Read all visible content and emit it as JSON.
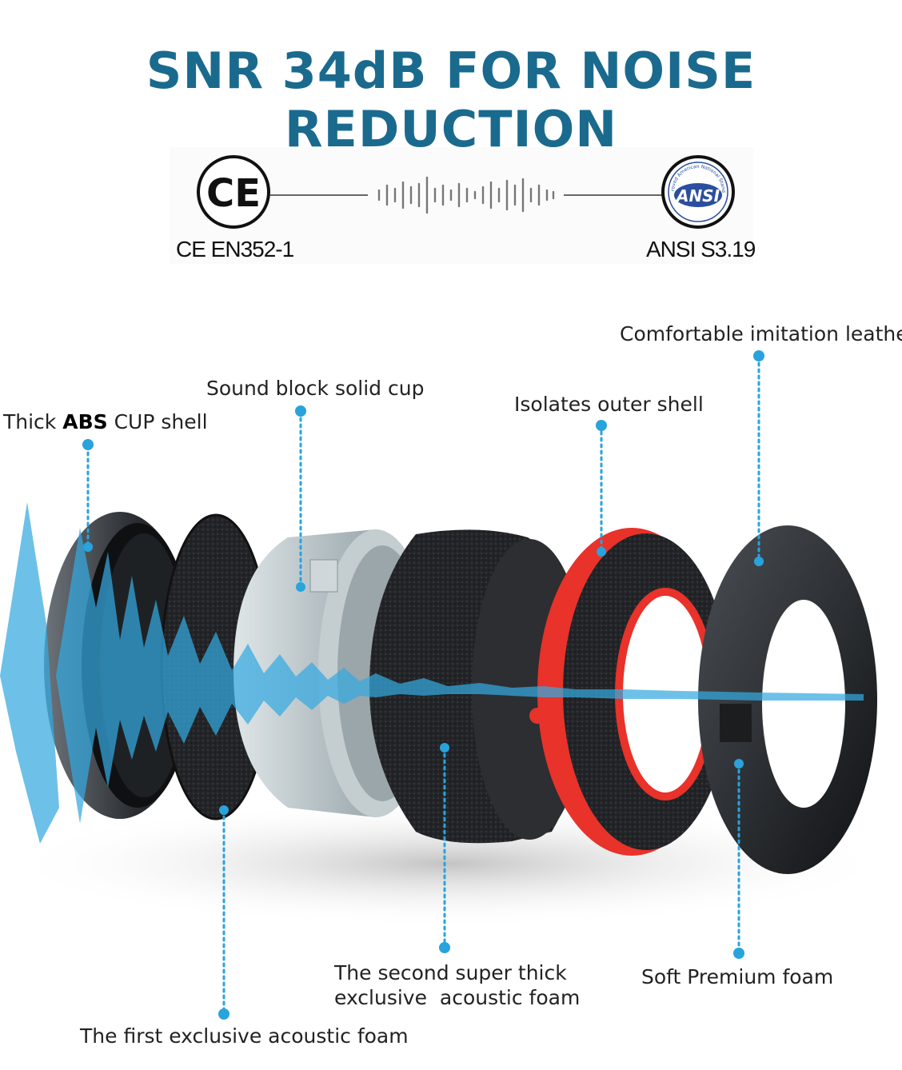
{
  "headline": "SNR 34dB FOR NOISE REDUCTION",
  "certifications": {
    "ce_mark": "CE",
    "ce_label": "CE EN352-1",
    "ansi_mark": "ANSI",
    "ansi_ring_text": "Approved American National Standard",
    "ansi_label": "ANSI S3.19"
  },
  "callouts": {
    "abs_shell_prefix": "Thick ",
    "abs_shell_bold": "ABS",
    "abs_shell_suffix": " CUP shell",
    "sound_block": "Sound block solid cup",
    "outer_shell": "Isolates outer shell",
    "leather": "Comfortable imitation leather",
    "first_foam": "The first exclusive acoustic foam",
    "second_foam_line1": "The second super thick",
    "second_foam_line2": "exclusive  acoustic foam",
    "soft_foam": "Soft Premium foam"
  },
  "icons": [
    "ce-mark-icon",
    "ansi-logo-icon",
    "sound-wave-icon"
  ],
  "colors": {
    "headline": "#1a6a8e",
    "callout_dot": "#29a3dc",
    "wave_blue": "#35a9e0",
    "red_ring": "#e8322a"
  }
}
